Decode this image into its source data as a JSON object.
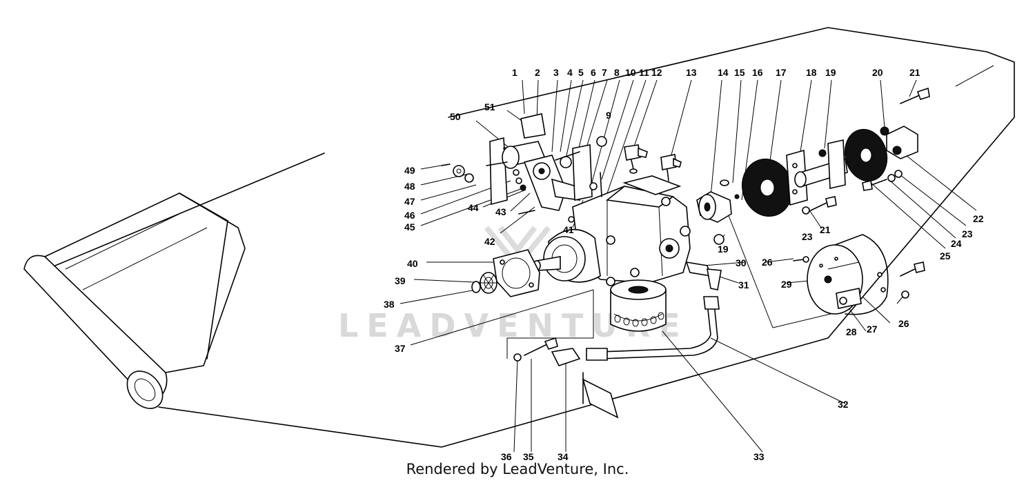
{
  "watermark": "LEADVENTURE",
  "credit": "Rendered by LeadVenture, Inc.",
  "callouts": [
    "1",
    "2",
    "3",
    "4",
    "5",
    "6",
    "7",
    "8",
    "9",
    "10",
    "11",
    "12",
    "13",
    "14",
    "15",
    "16",
    "17",
    "18",
    "19",
    "20",
    "21",
    "22",
    "23",
    "24",
    "25",
    "26",
    "27",
    "28",
    "29",
    "30",
    "31",
    "32",
    "33",
    "34",
    "35",
    "36",
    "37",
    "38",
    "39",
    "40",
    "41",
    "42",
    "43",
    "44",
    "45",
    "46",
    "47",
    "48",
    "49",
    "50",
    "51"
  ],
  "callout_repeats": [
    "19",
    "21",
    "23",
    "26"
  ]
}
